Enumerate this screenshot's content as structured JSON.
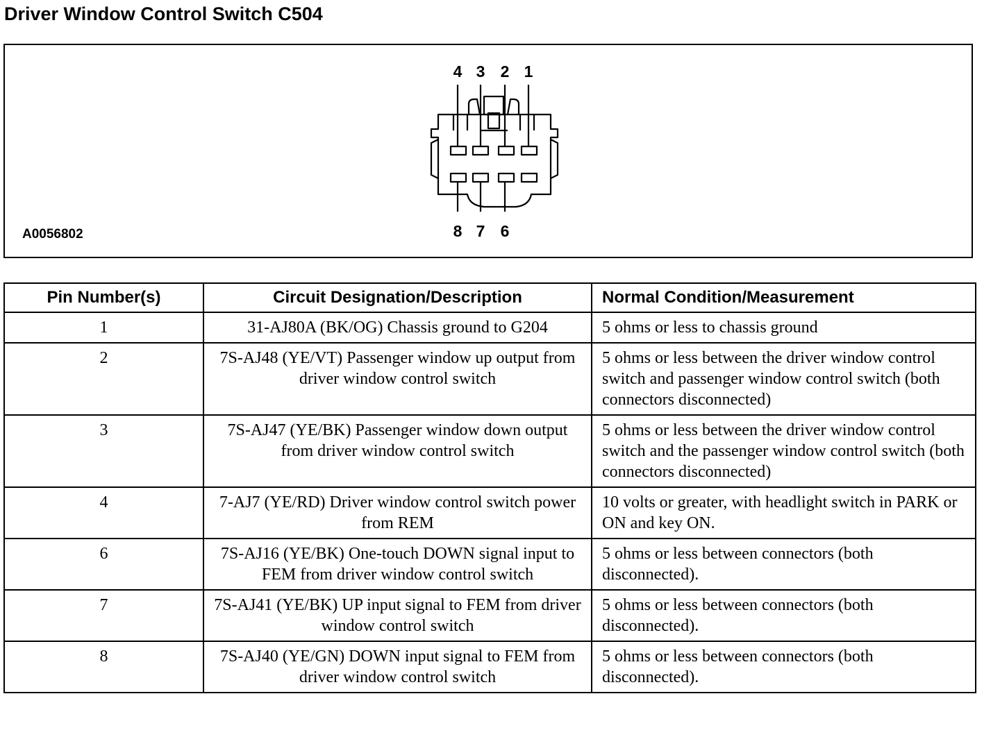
{
  "title": "Driver Window Control Switch C504",
  "figure": {
    "id": "A0056802",
    "top_pins": [
      "4",
      "3",
      "2",
      "1"
    ],
    "bottom_pins": [
      "8",
      "7",
      "6"
    ]
  },
  "table": {
    "headers": [
      "Pin Number(s)",
      "Circuit Designation/Description",
      "Normal Condition/Measurement"
    ],
    "rows": [
      {
        "pin": "1",
        "description": "31-AJ80A (BK/OG) Chassis ground to G204",
        "measurement": "5 ohms or less to chassis ground"
      },
      {
        "pin": "2",
        "description": "7S-AJ48 (YE/VT) Passenger window up output from driver window control switch",
        "measurement": "5 ohms or less between the driver window control switch and passenger window control switch (both connectors disconnected)"
      },
      {
        "pin": "3",
        "description": "7S-AJ47 (YE/BK) Passenger window down output from driver window control switch",
        "measurement": "5 ohms or less between the driver window control switch and the passenger window control switch (both connectors disconnected)"
      },
      {
        "pin": "4",
        "description": "7-AJ7 (YE/RD) Driver window control switch power from REM",
        "measurement": "10 volts or greater, with headlight switch in PARK or ON and key ON."
      },
      {
        "pin": "6",
        "description": "7S-AJ16 (YE/BK) One-touch DOWN signal input to FEM from driver window control switch",
        "measurement": "5 ohms or less between connectors (both disconnected)."
      },
      {
        "pin": "7",
        "description": "7S-AJ41 (YE/BK) UP input signal to FEM from driver window control switch",
        "measurement": "5 ohms or less between connectors (both disconnected)."
      },
      {
        "pin": "8",
        "description": "7S-AJ40 (YE/GN) DOWN input signal to FEM from driver window control switch",
        "measurement": "5 ohms or less between connectors (both disconnected)."
      }
    ]
  }
}
